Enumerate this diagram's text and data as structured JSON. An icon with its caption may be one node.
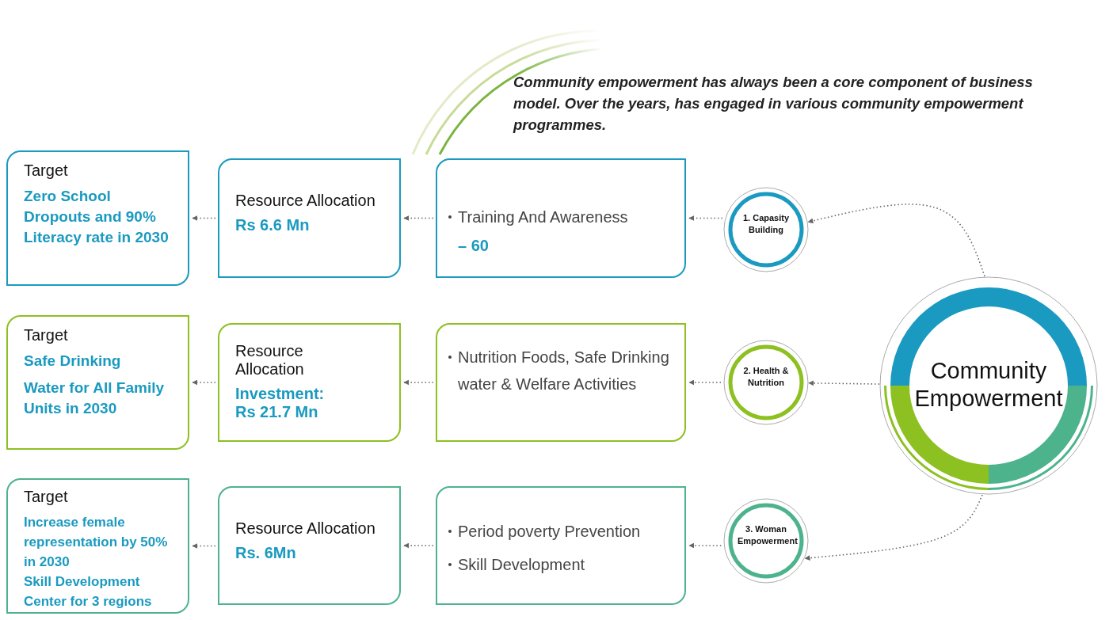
{
  "diagram": {
    "nodes": [
      {
        "text": [
          "Target",
          "Zero School Dropouts and 90% Literacy rate in 2030"
        ]
      },
      {
        "text": [
          "Resource Allocation",
          "Rs 6.6 Mn"
        ]
      },
      {
        "text": [
          "Training And Awareness",
          "– 60"
        ]
      },
      {
        "text": [
          "1. Capasity Building"
        ]
      },
      {
        "text": [
          "Target",
          "Safe Drinking",
          "Water for All Family Units in 2030"
        ]
      },
      {
        "text": [
          "Resource Allocation",
          "Investment: Rs 21.7 Mn"
        ]
      },
      {
        "text": [
          "Nutrition Foods, Safe Drinking water & Welfare Activities"
        ]
      },
      {
        "text": [
          "2. Health & Nutrition"
        ]
      },
      {
        "text": [
          "Target",
          "Increase female representation by 50% in 2030",
          "Skill Development Center for 3 regions"
        ]
      },
      {
        "text": [
          "Resource Allocation",
          "Rs. 6Mn"
        ]
      },
      {
        "text": [
          "Period poverty Prevention",
          "Skill Development"
        ]
      },
      {
        "text": [
          "3. Woman Empowerment"
        ]
      },
      {
        "text": [
          "Community Empowerment"
        ]
      }
    ],
    "edges": [
      {
        "from": 3,
        "to": 2,
        "arrow": "to"
      },
      {
        "from": 2,
        "to": 1,
        "arrow": "to"
      },
      {
        "from": 1,
        "to": 0,
        "arrow": "to"
      },
      {
        "from": 7,
        "to": 6,
        "arrow": "to"
      },
      {
        "from": 6,
        "to": 5,
        "arrow": "to"
      },
      {
        "from": 5,
        "to": 4,
        "arrow": "to"
      },
      {
        "from": 11,
        "to": 10,
        "arrow": "to"
      },
      {
        "from": 10,
        "to": 9,
        "arrow": "to"
      },
      {
        "from": 9,
        "to": 8,
        "arrow": "to"
      },
      {
        "from": 12,
        "to": 3,
        "arrow": "to"
      },
      {
        "from": 12,
        "to": 7,
        "arrow": "to"
      },
      {
        "from": 12,
        "to": 11,
        "arrow": "to"
      }
    ],
    "labels": [
      "Community empowerment has always been a core component of business model. Over the years, has engaged in various community empowerment programmes."
    ]
  }
}
